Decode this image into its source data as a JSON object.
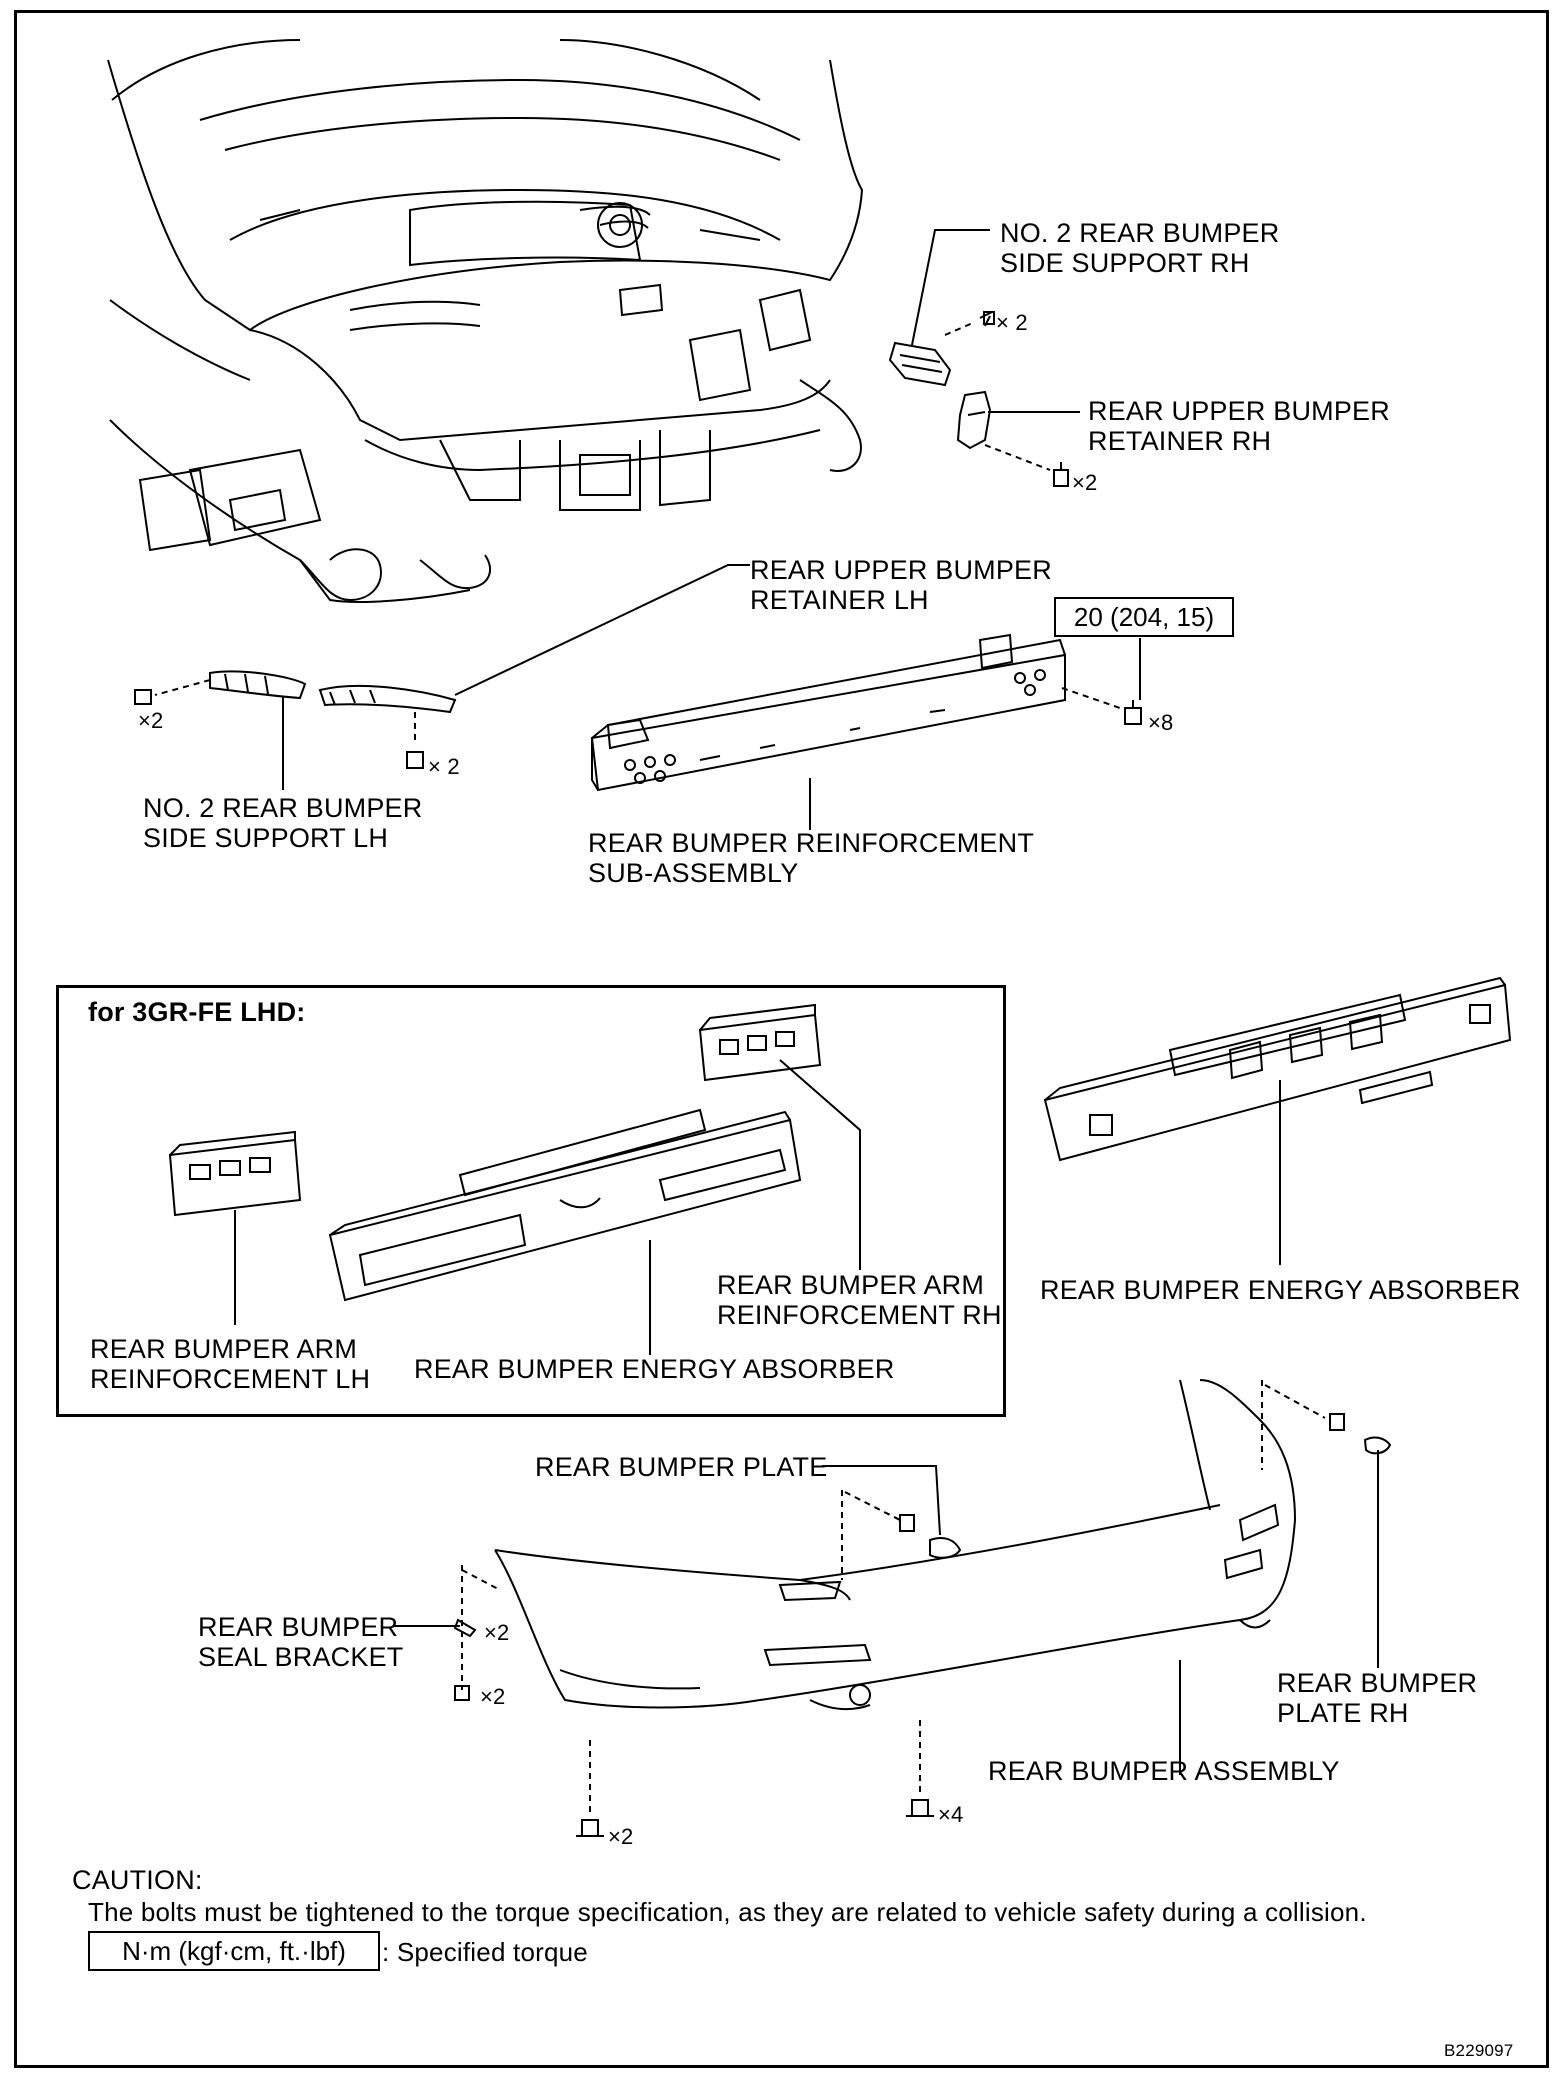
{
  "labels": {
    "side_support_rh": [
      "NO. 2 REAR BUMPER",
      "SIDE SUPPORT RH"
    ],
    "upper_retainer_rh": [
      "REAR UPPER BUMPER",
      "RETAINER RH"
    ],
    "upper_retainer_lh": [
      "REAR UPPER BUMPER",
      "RETAINER LH"
    ],
    "side_support_lh": [
      "NO. 2 REAR BUMPER",
      "SIDE SUPPORT LH"
    ],
    "reinforcement": [
      "REAR BUMPER REINFORCEMENT",
      "SUB-ASSEMBLY"
    ],
    "torque": "20 (204, 15)",
    "inset_title": "for 3GR-FE LHD:",
    "arm_rh": [
      "REAR BUMPER ARM",
      "REINFORCEMENT RH"
    ],
    "arm_lh": [
      "REAR BUMPER ARM",
      "REINFORCEMENT LH"
    ],
    "absorber_inset": "REAR BUMPER ENERGY ABSORBER",
    "absorber_main": "REAR BUMPER ENERGY ABSORBER",
    "plate": "REAR BUMPER PLATE",
    "seal_bracket": [
      "REAR BUMPER",
      "SEAL BRACKET"
    ],
    "plate_rh": [
      "REAR BUMPER",
      "PLATE RH"
    ],
    "assembly": "REAR BUMPER ASSEMBLY"
  },
  "quantities": {
    "q_rh_support": "× 2",
    "q_rh_retainer": "×2",
    "q_lh_support": "×2",
    "q_lh_retainer": "× 2",
    "q_reinf": "×8",
    "q_seal1": "×2",
    "q_seal2": "×2",
    "q_bottom_left": "×2",
    "q_bottom_mid": "×4"
  },
  "footer": {
    "caution_title": "CAUTION:",
    "caution_text": "The bolts must be tightened to the torque specification, as they are related to vehicle safety during a collision.",
    "unit_box": "N·m (kgf·cm, ft.·lbf)",
    "unit_desc": ": Specified torque",
    "figure_id": "B229097"
  }
}
